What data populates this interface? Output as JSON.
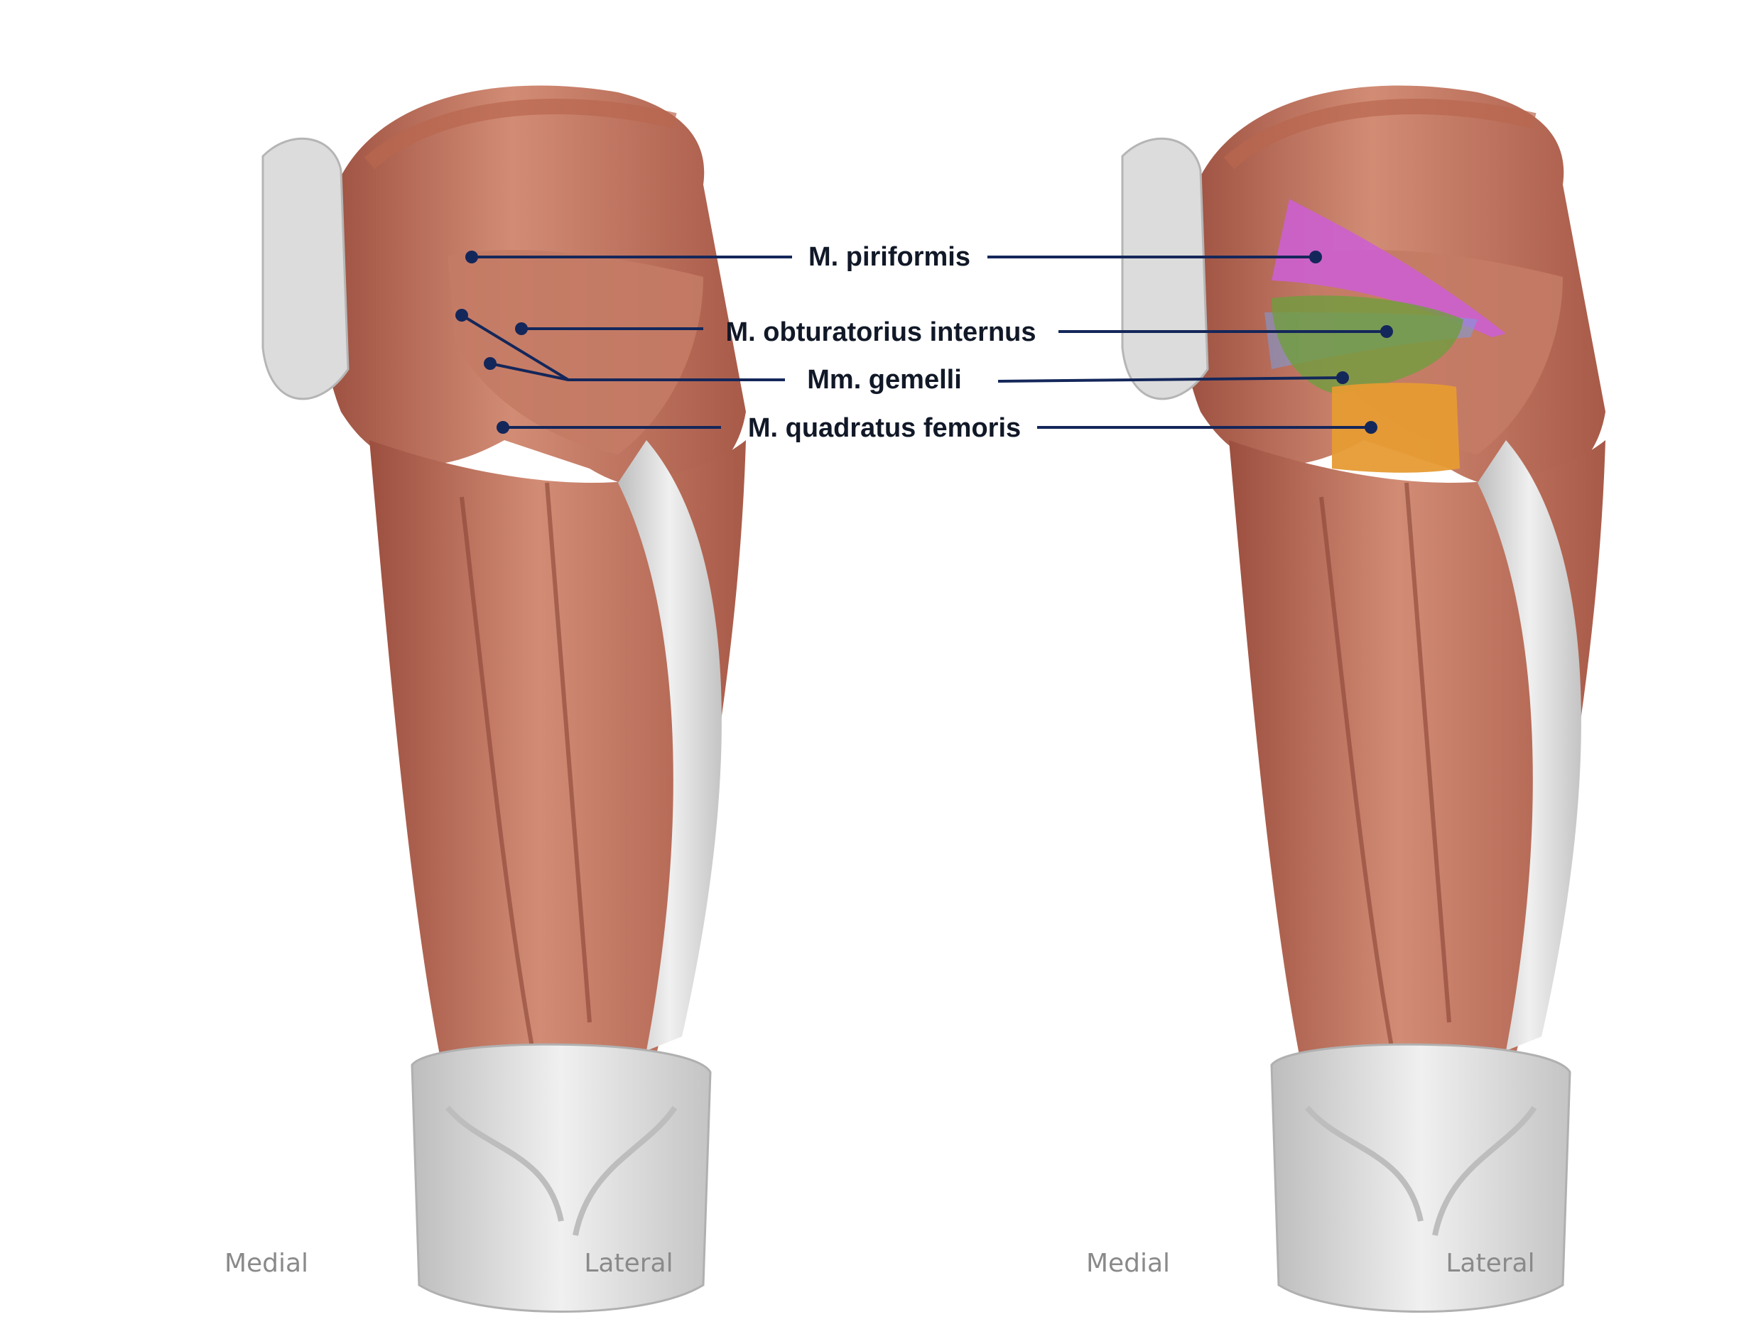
{
  "labels": {
    "piriformis": "M. piriformis",
    "obturatorius": "M. obturatorius internus",
    "gemelli": "Mm. gemelli",
    "quadratus": "M. quadratus femoris"
  },
  "orientation": {
    "left_medial": "Medial",
    "left_lateral": "Lateral",
    "right_medial": "Medial",
    "right_lateral": "Lateral"
  },
  "colors": {
    "muscle": "#c9806a",
    "muscle_dark": "#9c4f3f",
    "tendon": "#d9d9d9",
    "leader": "#14275a",
    "piriformis": "#cc5fd0",
    "obturatorius": "#7a9fe0",
    "gemelli": "#6f9e3e",
    "quadratus": "#e69b33"
  }
}
